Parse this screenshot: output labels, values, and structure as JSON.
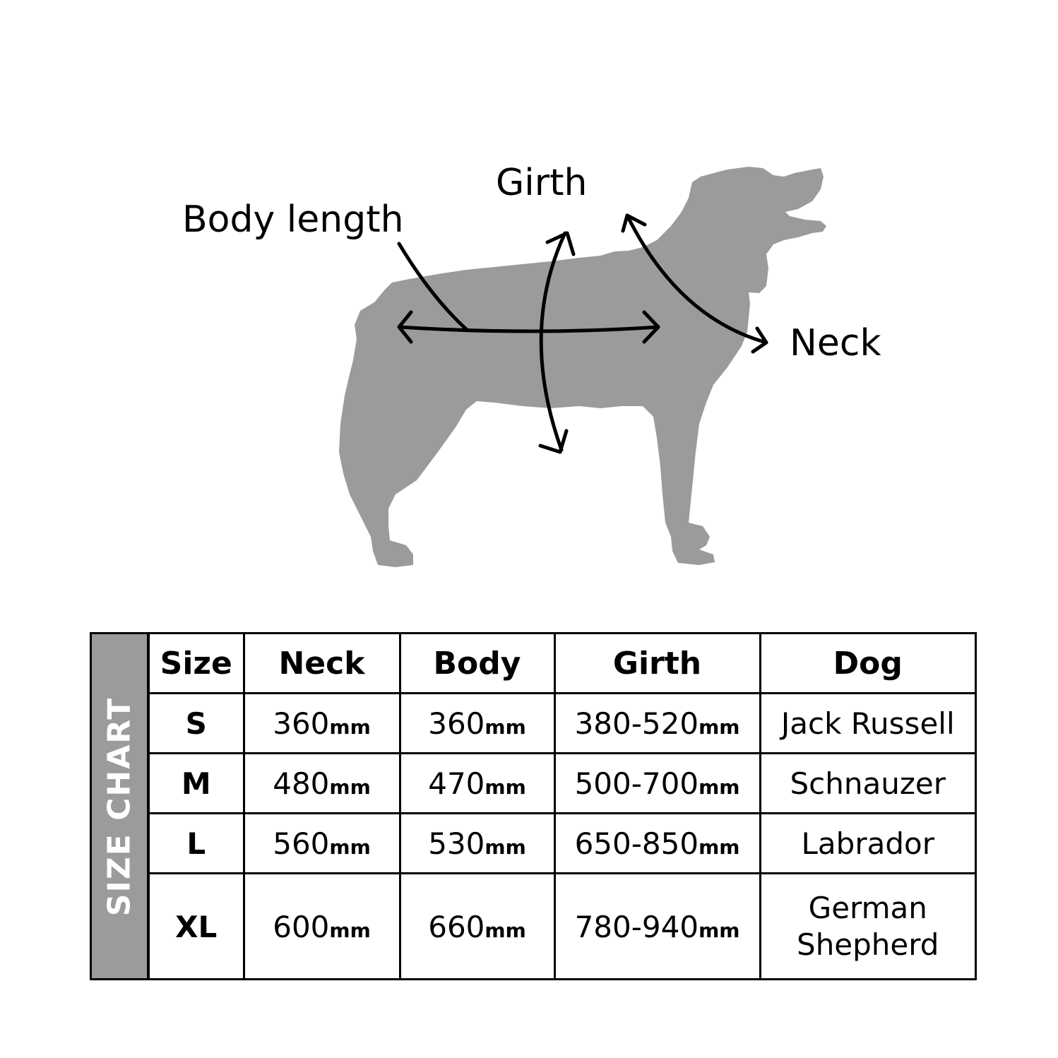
{
  "diagram": {
    "labels": {
      "body_length": "Body length",
      "girth": "Girth",
      "neck": "Neck"
    },
    "colors": {
      "silhouette": "#9b9b9b",
      "arrows": "#000000"
    },
    "icons": [
      "dog-silhouette-icon",
      "body-length-arrow-icon",
      "girth-arrow-icon",
      "neck-arrow-icon"
    ]
  },
  "size_chart": {
    "side_label": "SIZE CHART",
    "side_color": "#9b9b9b",
    "unit": "mm",
    "headers": [
      "Size",
      "Neck",
      "Body",
      "Girth",
      "Dog"
    ],
    "rows": [
      {
        "size": "S",
        "neck": "360",
        "body": "360",
        "girth": "380-520",
        "dog": "Jack Russell"
      },
      {
        "size": "M",
        "neck": "480",
        "body": "470",
        "girth": "500-700",
        "dog": "Schnauzer"
      },
      {
        "size": "L",
        "neck": "560",
        "body": "530",
        "girth": "650-850",
        "dog": "Labrador"
      },
      {
        "size": "XL",
        "neck": "600",
        "body": "660",
        "girth": "780-940",
        "dog": "German Shepherd",
        "dog_line1": "German",
        "dog_line2": "Shepherd"
      }
    ]
  }
}
